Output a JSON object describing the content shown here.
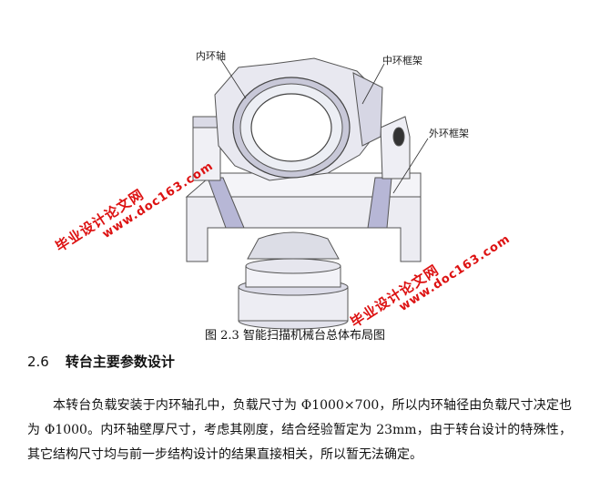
{
  "figure": {
    "labels": {
      "inner_shaft": "内环轴",
      "middle_frame": "中环框架",
      "outer_frame": "外环框架"
    },
    "watermarks": [
      {
        "line1": "毕业设计论文网",
        "line2": "www.doc163.com"
      },
      {
        "line1": "毕业设计论文网",
        "line2": "www.doc163.com"
      }
    ],
    "caption": "图 2.3  智能扫描机械台总体布局图"
  },
  "section": {
    "number": "2.6",
    "title": "转台主要参数设计"
  },
  "paragraph": "本转台负载安装于内环轴孔中，负载尺寸为 Φ1000×700，所以内环轴径由负载尺寸决定也为 Φ1000。内环轴壁厚尺寸，考虑其刚度，结合经验暂定为 23mm，由于转台设计的特殊性，其它结构尺寸均与前一步结构设计的结果直接相关，所以暂无法确定。"
}
